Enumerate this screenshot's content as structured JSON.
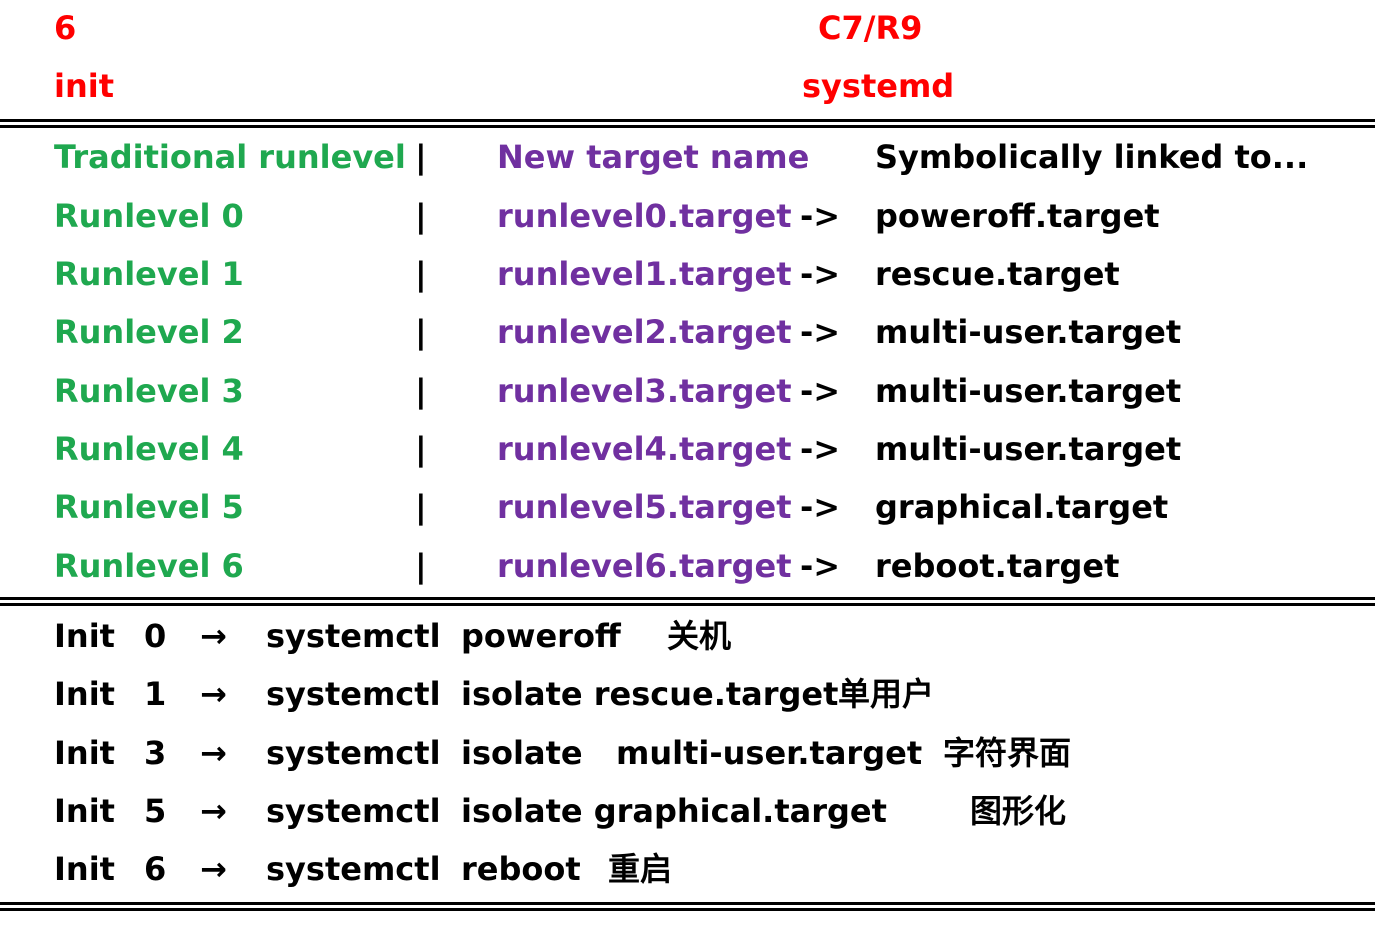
{
  "header": {
    "left_number": "6",
    "left_label": "init",
    "right_number": "C7/R9",
    "right_label": "systemd"
  },
  "table": {
    "headers": {
      "col1": "Traditional runlevel",
      "sep": "|",
      "col2": "New target name",
      "col3": "Symbolically linked to..."
    },
    "rows": [
      {
        "runlevel": "Runlevel 0",
        "sep": "|",
        "target": "runlevel0.target",
        "arrow": "->",
        "link": "poweroff.target"
      },
      {
        "runlevel": "Runlevel 1",
        "sep": "|",
        "target": "runlevel1.target",
        "arrow": "->",
        "link": "rescue.target"
      },
      {
        "runlevel": "Runlevel 2",
        "sep": "|",
        "target": "runlevel2.target",
        "arrow": "->",
        "link": "multi-user.target"
      },
      {
        "runlevel": "Runlevel 3",
        "sep": "|",
        "target": "runlevel3.target",
        "arrow": "->",
        "link": "multi-user.target"
      },
      {
        "runlevel": "Runlevel 4",
        "sep": "|",
        "target": "runlevel4.target",
        "arrow": "->",
        "link": "multi-user.target"
      },
      {
        "runlevel": "Runlevel 5",
        "sep": "|",
        "target": "runlevel5.target",
        "arrow": "->",
        "link": "graphical.target"
      },
      {
        "runlevel": "Runlevel 6",
        "sep": "|",
        "target": "runlevel6.target",
        "arrow": "->",
        "link": "reboot.target"
      }
    ]
  },
  "commands": [
    {
      "init": "Init",
      "num": "0",
      "arrow": "→",
      "cmd": "systemctl",
      "args": "poweroff",
      "note": "关机"
    },
    {
      "init": "Init",
      "num": "1",
      "arrow": "→",
      "cmd": "systemctl",
      "args": "isolate rescue.target",
      "note": "单用户"
    },
    {
      "init": "Init",
      "num": "3",
      "arrow": "→",
      "cmd": "systemctl",
      "args": "isolate   multi-user.target",
      "note": "字符界面"
    },
    {
      "init": "Init",
      "num": "5",
      "arrow": "→",
      "cmd": "systemctl",
      "args": "isolate graphical.target",
      "note": "图形化"
    },
    {
      "init": "Init",
      "num": "6",
      "arrow": "→",
      "cmd": "systemctl",
      "args": "reboot",
      "note": "重启"
    }
  ]
}
